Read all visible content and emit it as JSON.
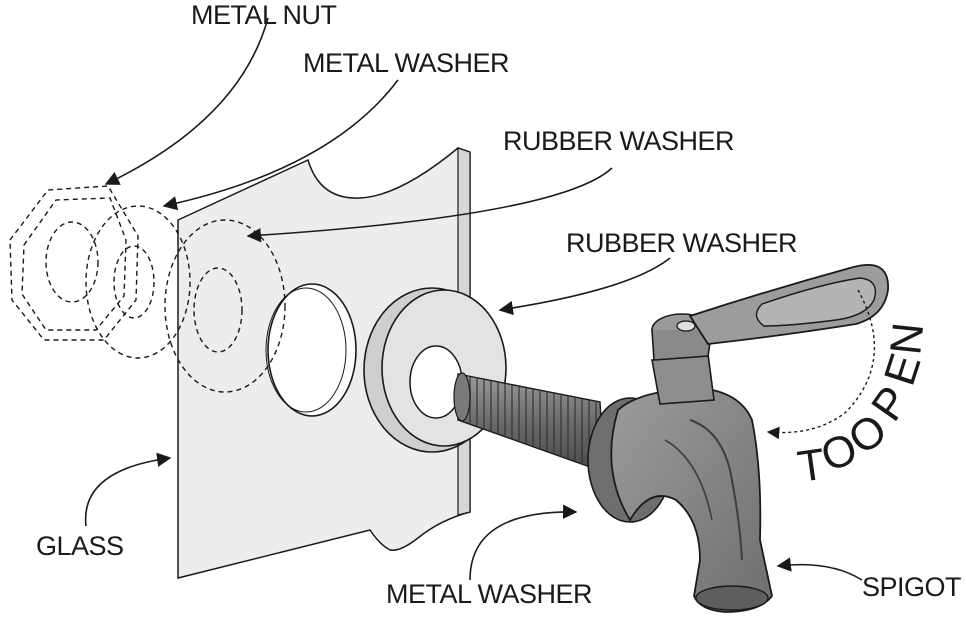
{
  "labels": {
    "metal_nut": "METAL NUT",
    "metal_washer_top": "METAL WASHER",
    "rubber_washer_top": "RUBBER WASHER",
    "rubber_washer_mid": "RUBBER WASHER",
    "glass": "GLASS",
    "metal_washer_bottom": "METAL WASHER",
    "spigot": "SPIGOT"
  },
  "to_open": [
    "T",
    "O",
    "O",
    "P",
    "E",
    "N"
  ],
  "colors": {
    "ink": "#1a1a1a",
    "glass_fill": "#ececec",
    "rubber_fill": "#dddddd",
    "metal_fill": "#8a8a8a",
    "metal_dark": "#555555"
  }
}
